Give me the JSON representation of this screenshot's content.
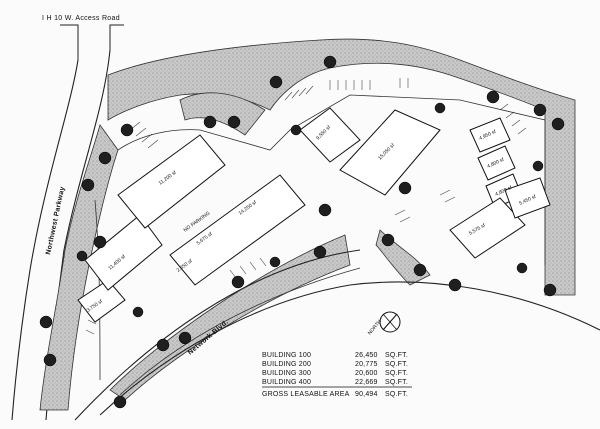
{
  "roads": {
    "access_road": "I H 10 W. Access Road",
    "parkway": "Northwest Parkway",
    "boulevard": "Network Blvd."
  },
  "north_label": "NORTH",
  "no_parking": "NO PARKING",
  "building_labels": [
    "3,750 sf",
    "11,400 sf",
    "11,200 sf",
    "2,650 sf",
    "5,675 sf",
    "14,250 sf",
    "9,550 sf",
    "15,050 sf",
    "4,950 sf",
    "4,800 sf",
    "4,800 sf",
    "5,450 sf",
    "5,575 sf"
  ],
  "area_table": {
    "rows": [
      {
        "name": "BUILDING 100",
        "value": "26,450",
        "unit": "SQ.FT."
      },
      {
        "name": "BUILDING 200",
        "value": "20,775",
        "unit": "SQ.FT."
      },
      {
        "name": "BUILDING 300",
        "value": "20,600",
        "unit": "SQ.FT."
      },
      {
        "name": "BUILDING 400",
        "value": "22,669",
        "unit": "SQ.FT."
      }
    ],
    "total": {
      "name": "GROSS LEASABLE AREA",
      "value": "90,494",
      "unit": "SQ.FT."
    }
  }
}
